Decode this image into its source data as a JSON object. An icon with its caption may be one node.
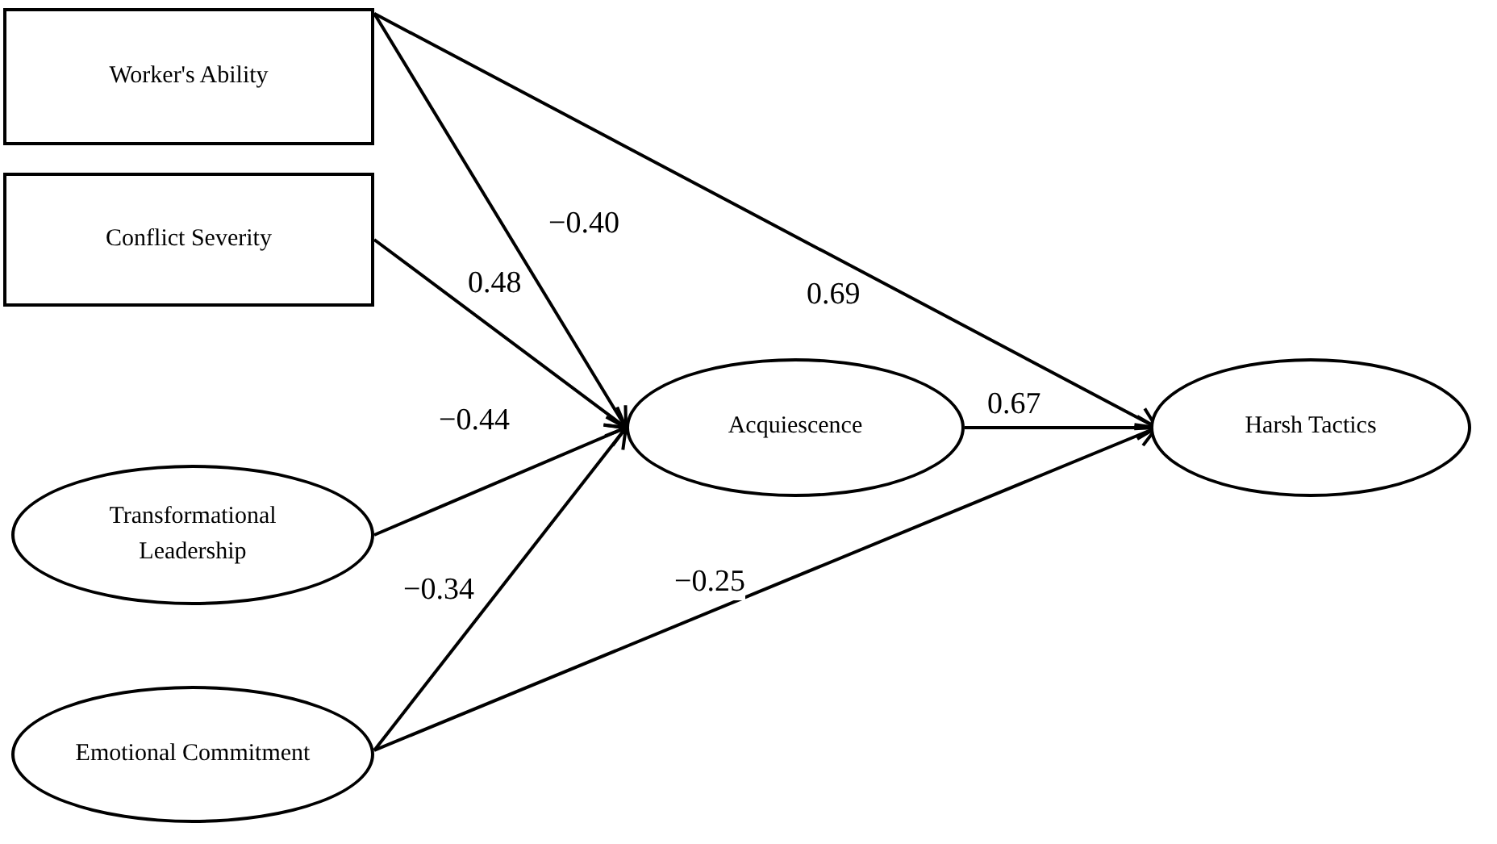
{
  "diagram": {
    "nodes": [
      {
        "text": [
          "Worker's Ability"
        ]
      },
      {
        "text": [
          "Conflict Severity"
        ]
      },
      {
        "text": [
          "Transformational Leadership"
        ]
      },
      {
        "text": [
          "Emotional Commitment"
        ]
      },
      {
        "text": [
          "Acquiescence"
        ]
      },
      {
        "text": [
          "Harsh Tactics"
        ]
      }
    ],
    "edges": [
      {
        "from": 0,
        "to": 4,
        "arrow": "to",
        "label": "−0.40"
      },
      {
        "from": 0,
        "to": 5,
        "arrow": "to",
        "label": "0.69"
      },
      {
        "from": 1,
        "to": 4,
        "arrow": "to",
        "label": "0.48"
      },
      {
        "from": 2,
        "to": 4,
        "arrow": "to",
        "label": "−0.44"
      },
      {
        "from": 3,
        "to": 4,
        "arrow": "to",
        "label": "−0.34"
      },
      {
        "from": 4,
        "to": 5,
        "arrow": "to",
        "label": "0.67"
      },
      {
        "from": 3,
        "to": 5,
        "arrow": "to",
        "label": "−0.25"
      }
    ]
  }
}
